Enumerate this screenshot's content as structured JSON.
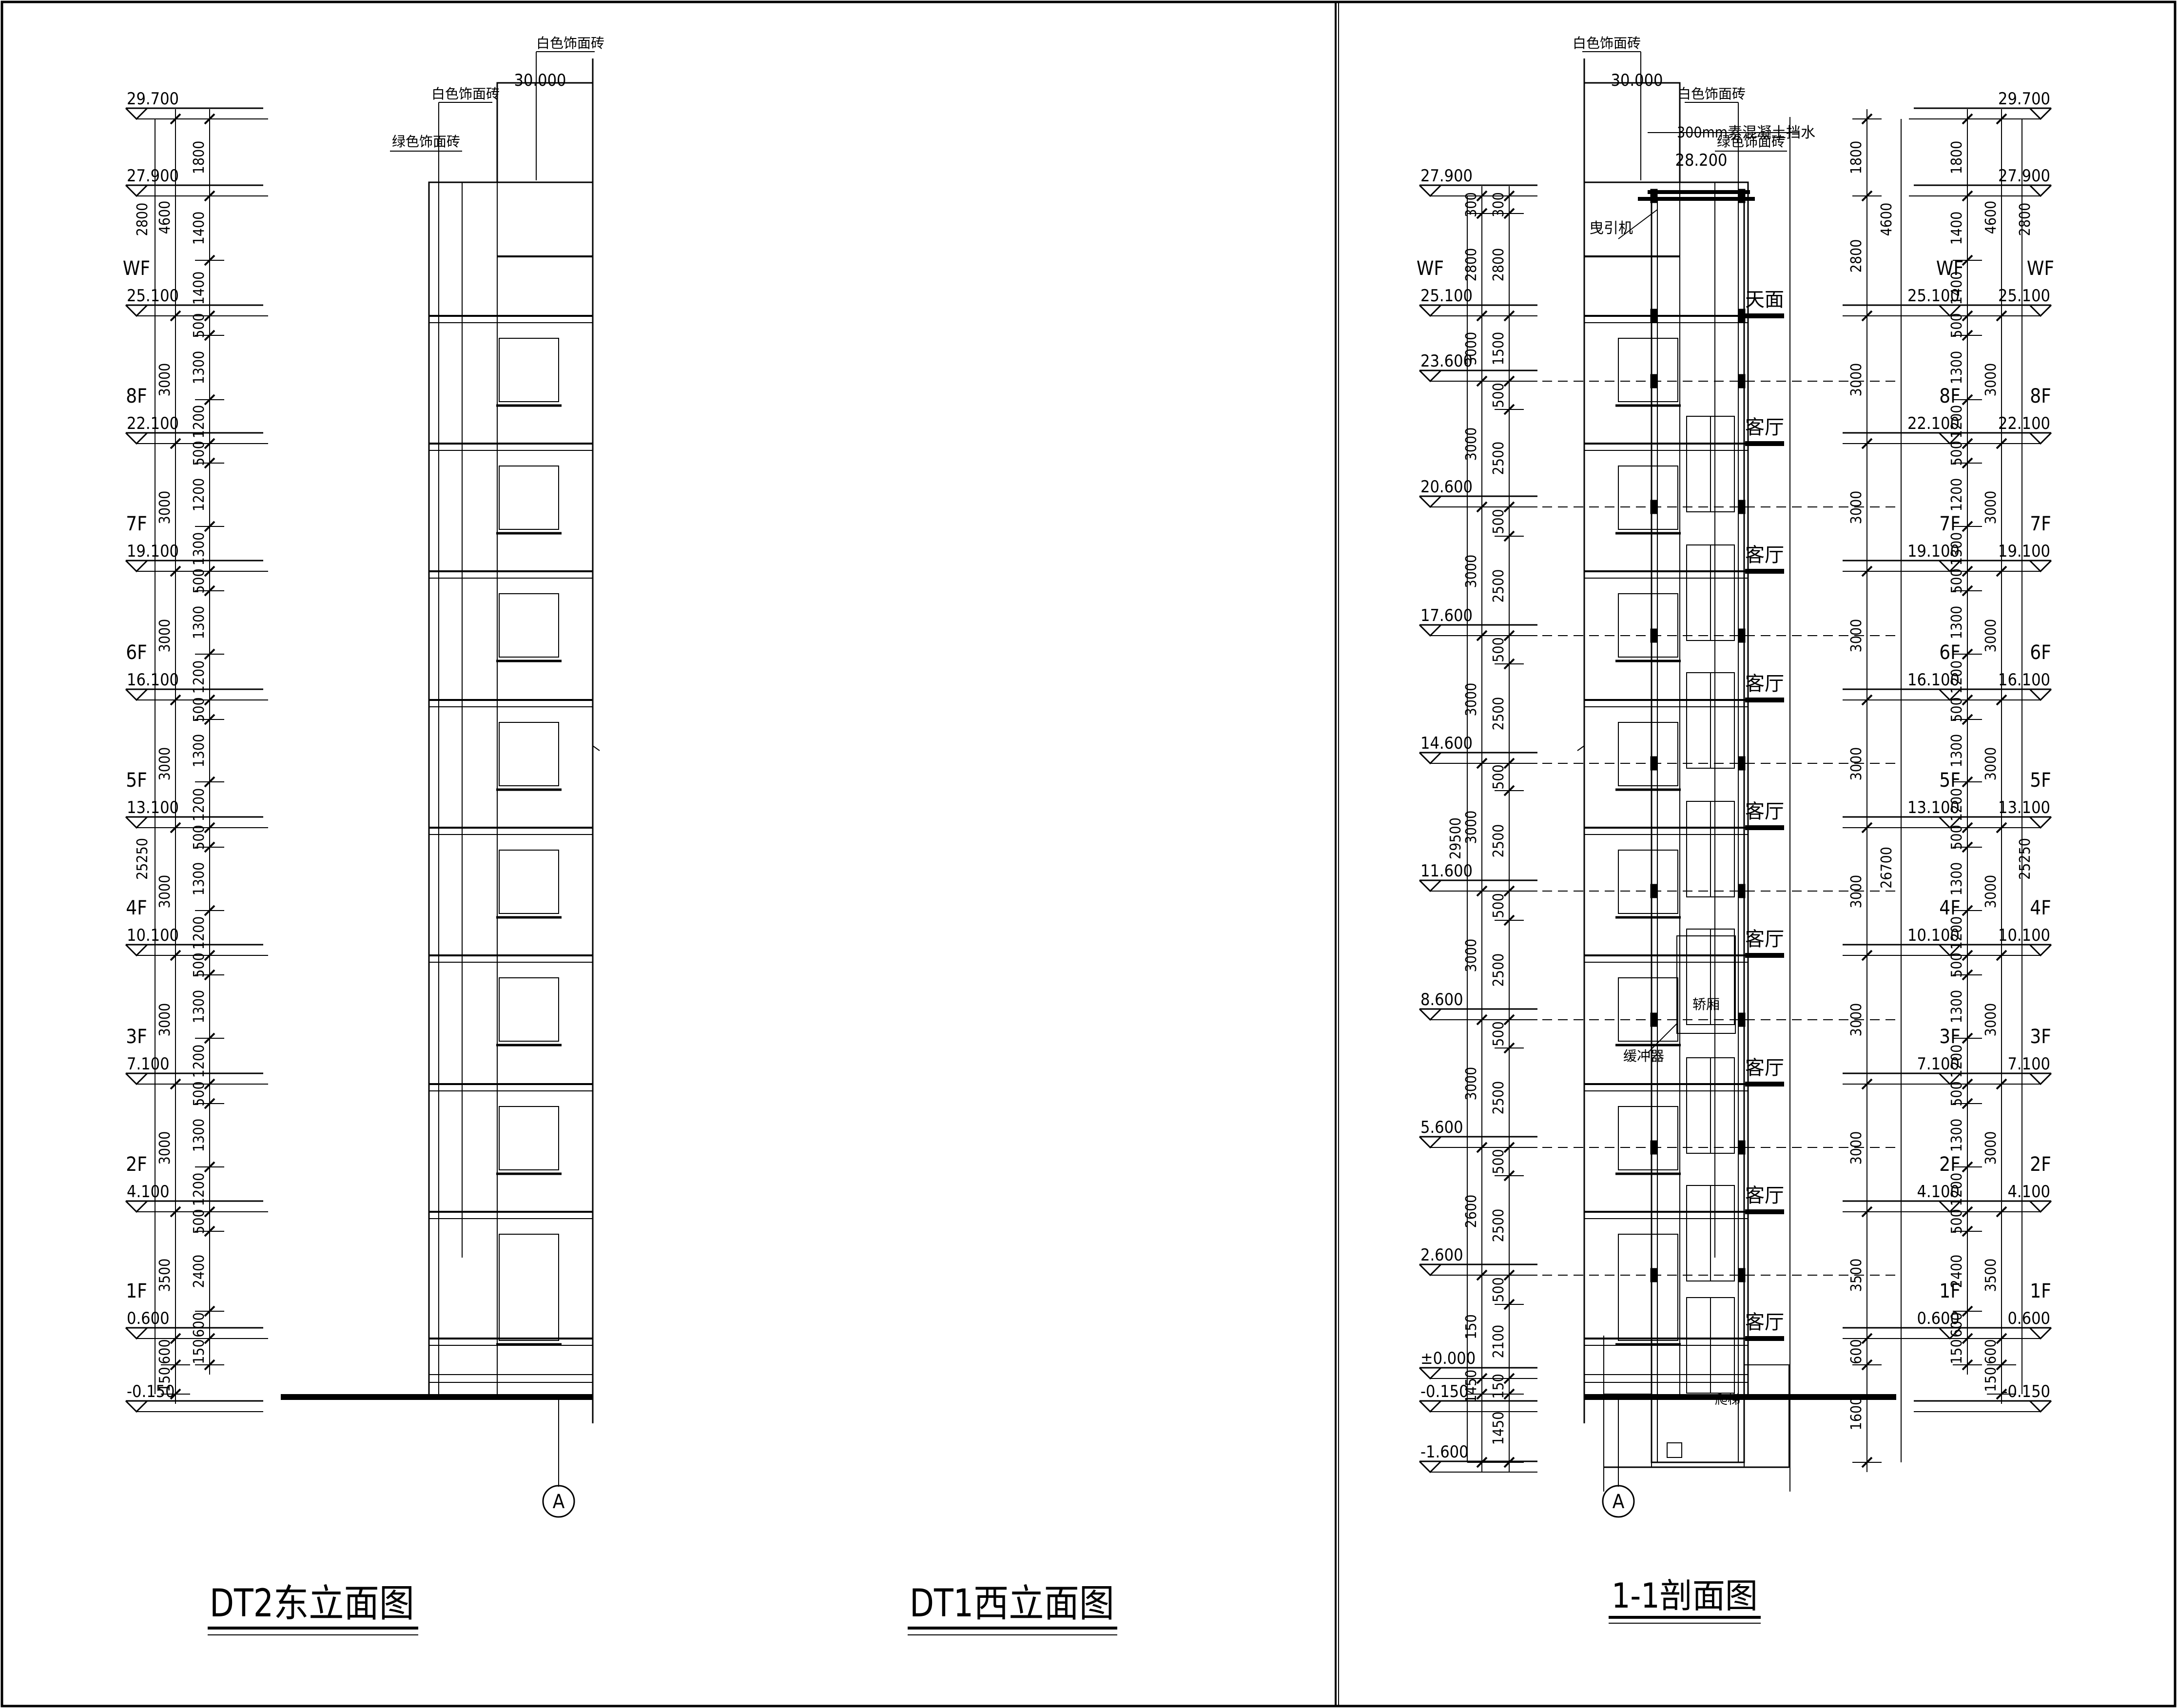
{
  "titles": {
    "east": "DT2东立面图",
    "west": "DT1西立面图",
    "section": "1-1剖面图"
  },
  "axis_label": "A",
  "floors": [
    {
      "name": "WF",
      "elev": "25.100"
    },
    {
      "name": "8F",
      "elev": "22.100"
    },
    {
      "name": "7F",
      "elev": "19.100"
    },
    {
      "name": "6F",
      "elev": "16.100"
    },
    {
      "name": "5F",
      "elev": "13.100"
    },
    {
      "name": "4F",
      "elev": "10.100"
    },
    {
      "name": "3F",
      "elev": "7.100"
    },
    {
      "name": "2F",
      "elev": "4.100"
    },
    {
      "name": "1F",
      "elev": "0.600"
    }
  ],
  "elevations": {
    "top": "29.700",
    "roof": "27.900",
    "ground": "-0.150",
    "zero": "±0.000",
    "pit": "-1.600",
    "parapet": "30.000",
    "shaft_top": "28.200"
  },
  "section_landings": [
    "23.600",
    "20.600",
    "17.600",
    "14.600",
    "11.600",
    "8.600",
    "5.600",
    "2.600"
  ],
  "elevation_dims": {
    "outer": [
      "4600",
      "3000",
      "3000",
      "3000",
      "3000",
      "3000",
      "3000",
      "3000",
      "3500",
      "600",
      "150"
    ],
    "inner": [
      "1800",
      "1400",
      "1400",
      "500",
      "1300",
      "1200",
      "500",
      "1200",
      "1300",
      "500",
      "1300",
      "1200",
      "500",
      "1300",
      "1200",
      "500",
      "1300",
      "1200",
      "500",
      "1300",
      "1200",
      "500",
      "1300",
      "1200",
      "500",
      "2400",
      "600",
      "150"
    ],
    "inner_short": [
      "1800",
      "2800"
    ],
    "total": "25250"
  },
  "section_dims": {
    "left_outer": [
      "300",
      "2800",
      "3000",
      "3000",
      "3000",
      "3000",
      "3000",
      "3000",
      "3000",
      "2600",
      "150",
      "1450"
    ],
    "left_inner": [
      "300",
      "2800",
      "1500",
      "500",
      "2500",
      "500",
      "2500",
      "500",
      "2500",
      "500",
      "2500",
      "500",
      "2500",
      "500",
      "2500",
      "500",
      "2500",
      "500",
      "2100",
      "150",
      "1450"
    ],
    "right": [
      "1800",
      "2800",
      "3000",
      "3000",
      "3000",
      "3000",
      "3000",
      "3000",
      "3000",
      "3500",
      "600",
      "1600"
    ],
    "total_left": "29500",
    "total_right": "4600",
    "total_right_long": "26700"
  },
  "notes": {
    "white_tile": "白色饰面砖",
    "green_tile": "绿色饰面砖",
    "slab": "300mm素混凝土挡水",
    "traction": "曳引机",
    "buffer": "缓冲器",
    "ladder": "爬梯",
    "car": "轿厢",
    "roof_label": "天面",
    "living": "客厅"
  }
}
